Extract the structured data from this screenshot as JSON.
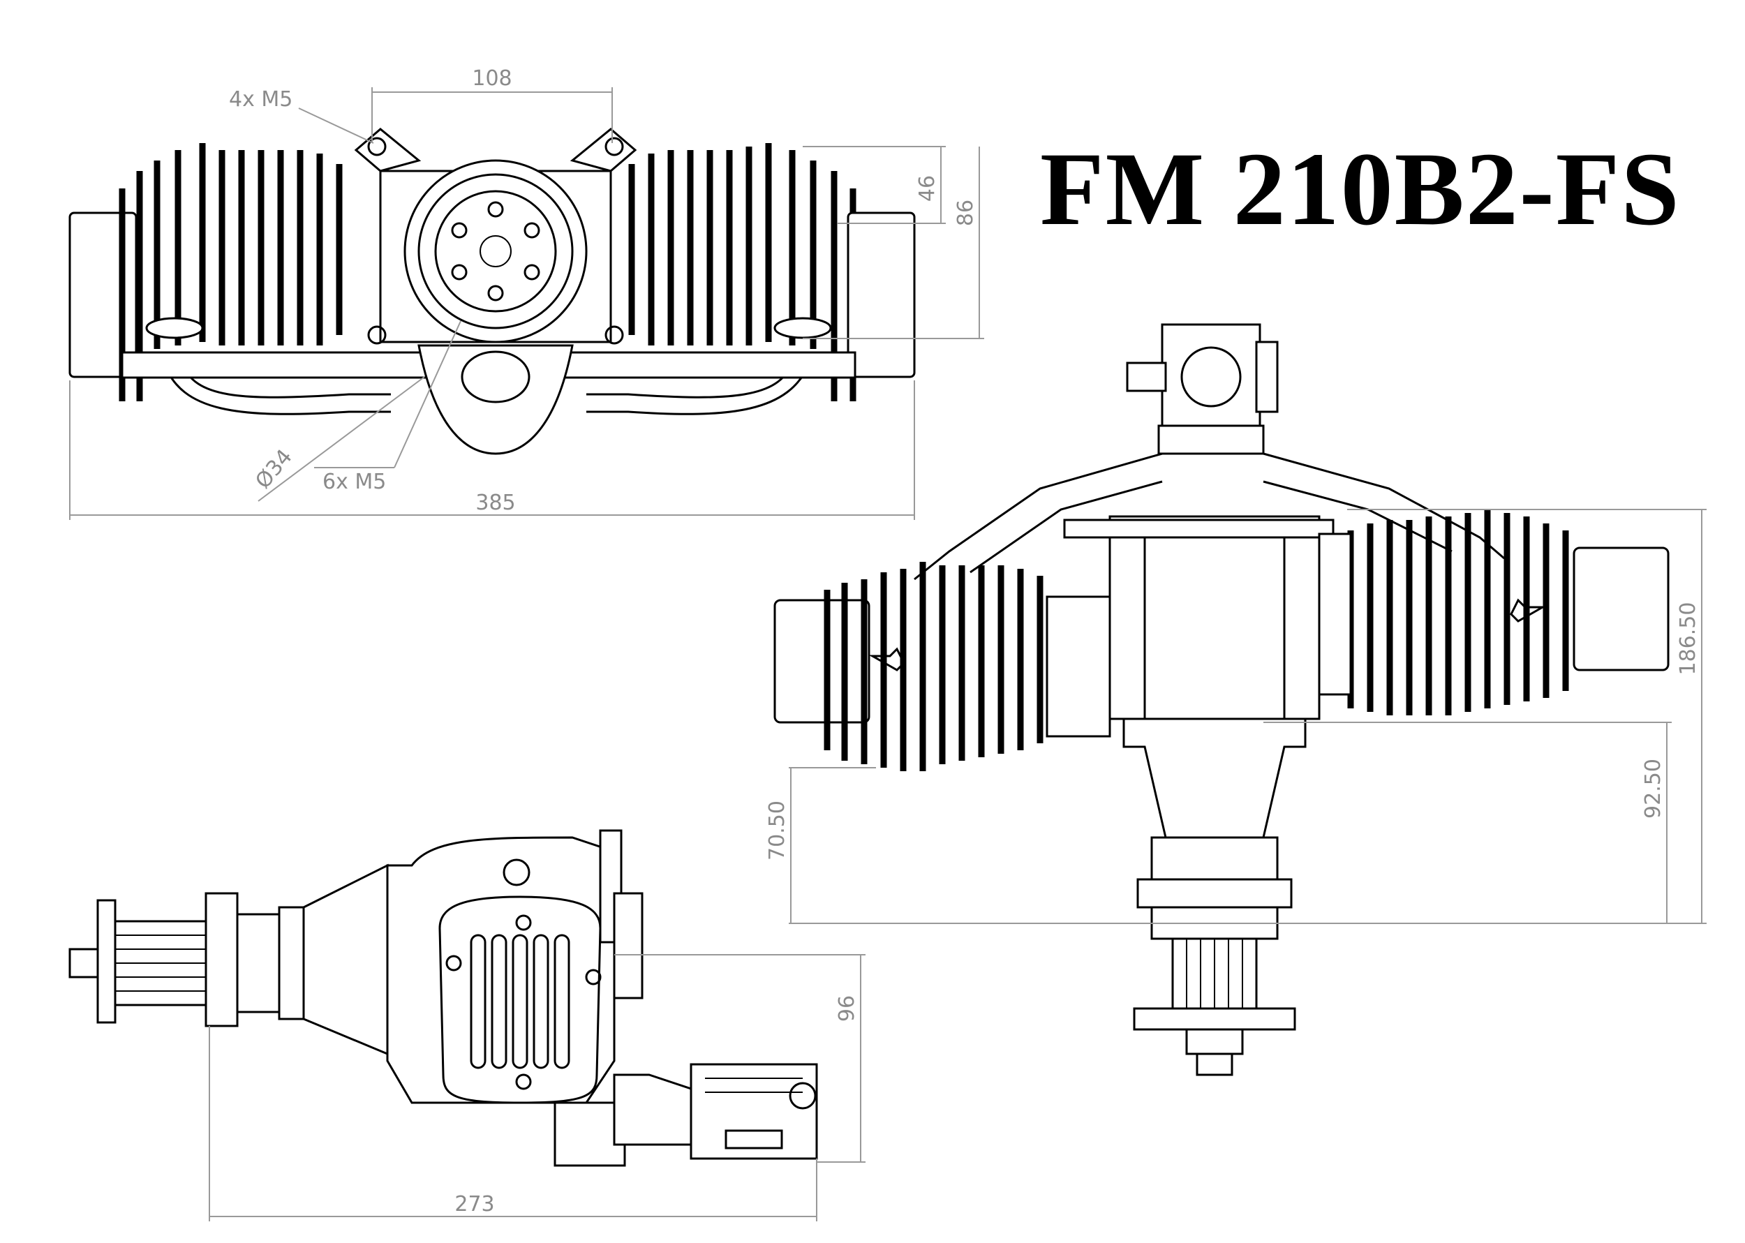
{
  "title": "FM 210B2-FS",
  "views": {
    "front": {
      "dims": {
        "mount_spacing": "108",
        "mount_bolts": "4x M5",
        "offset_height": "46",
        "mount_height": "86",
        "shaft_diameter": "Ø34",
        "hub_bolts": "6x M5",
        "overall_width": "385"
      }
    },
    "top": {
      "dims": {
        "total_height": "186.50",
        "lower_height": "92.50",
        "left_height": "70.50"
      }
    },
    "side": {
      "dims": {
        "side_height": "96",
        "overall_length": "273"
      }
    }
  }
}
